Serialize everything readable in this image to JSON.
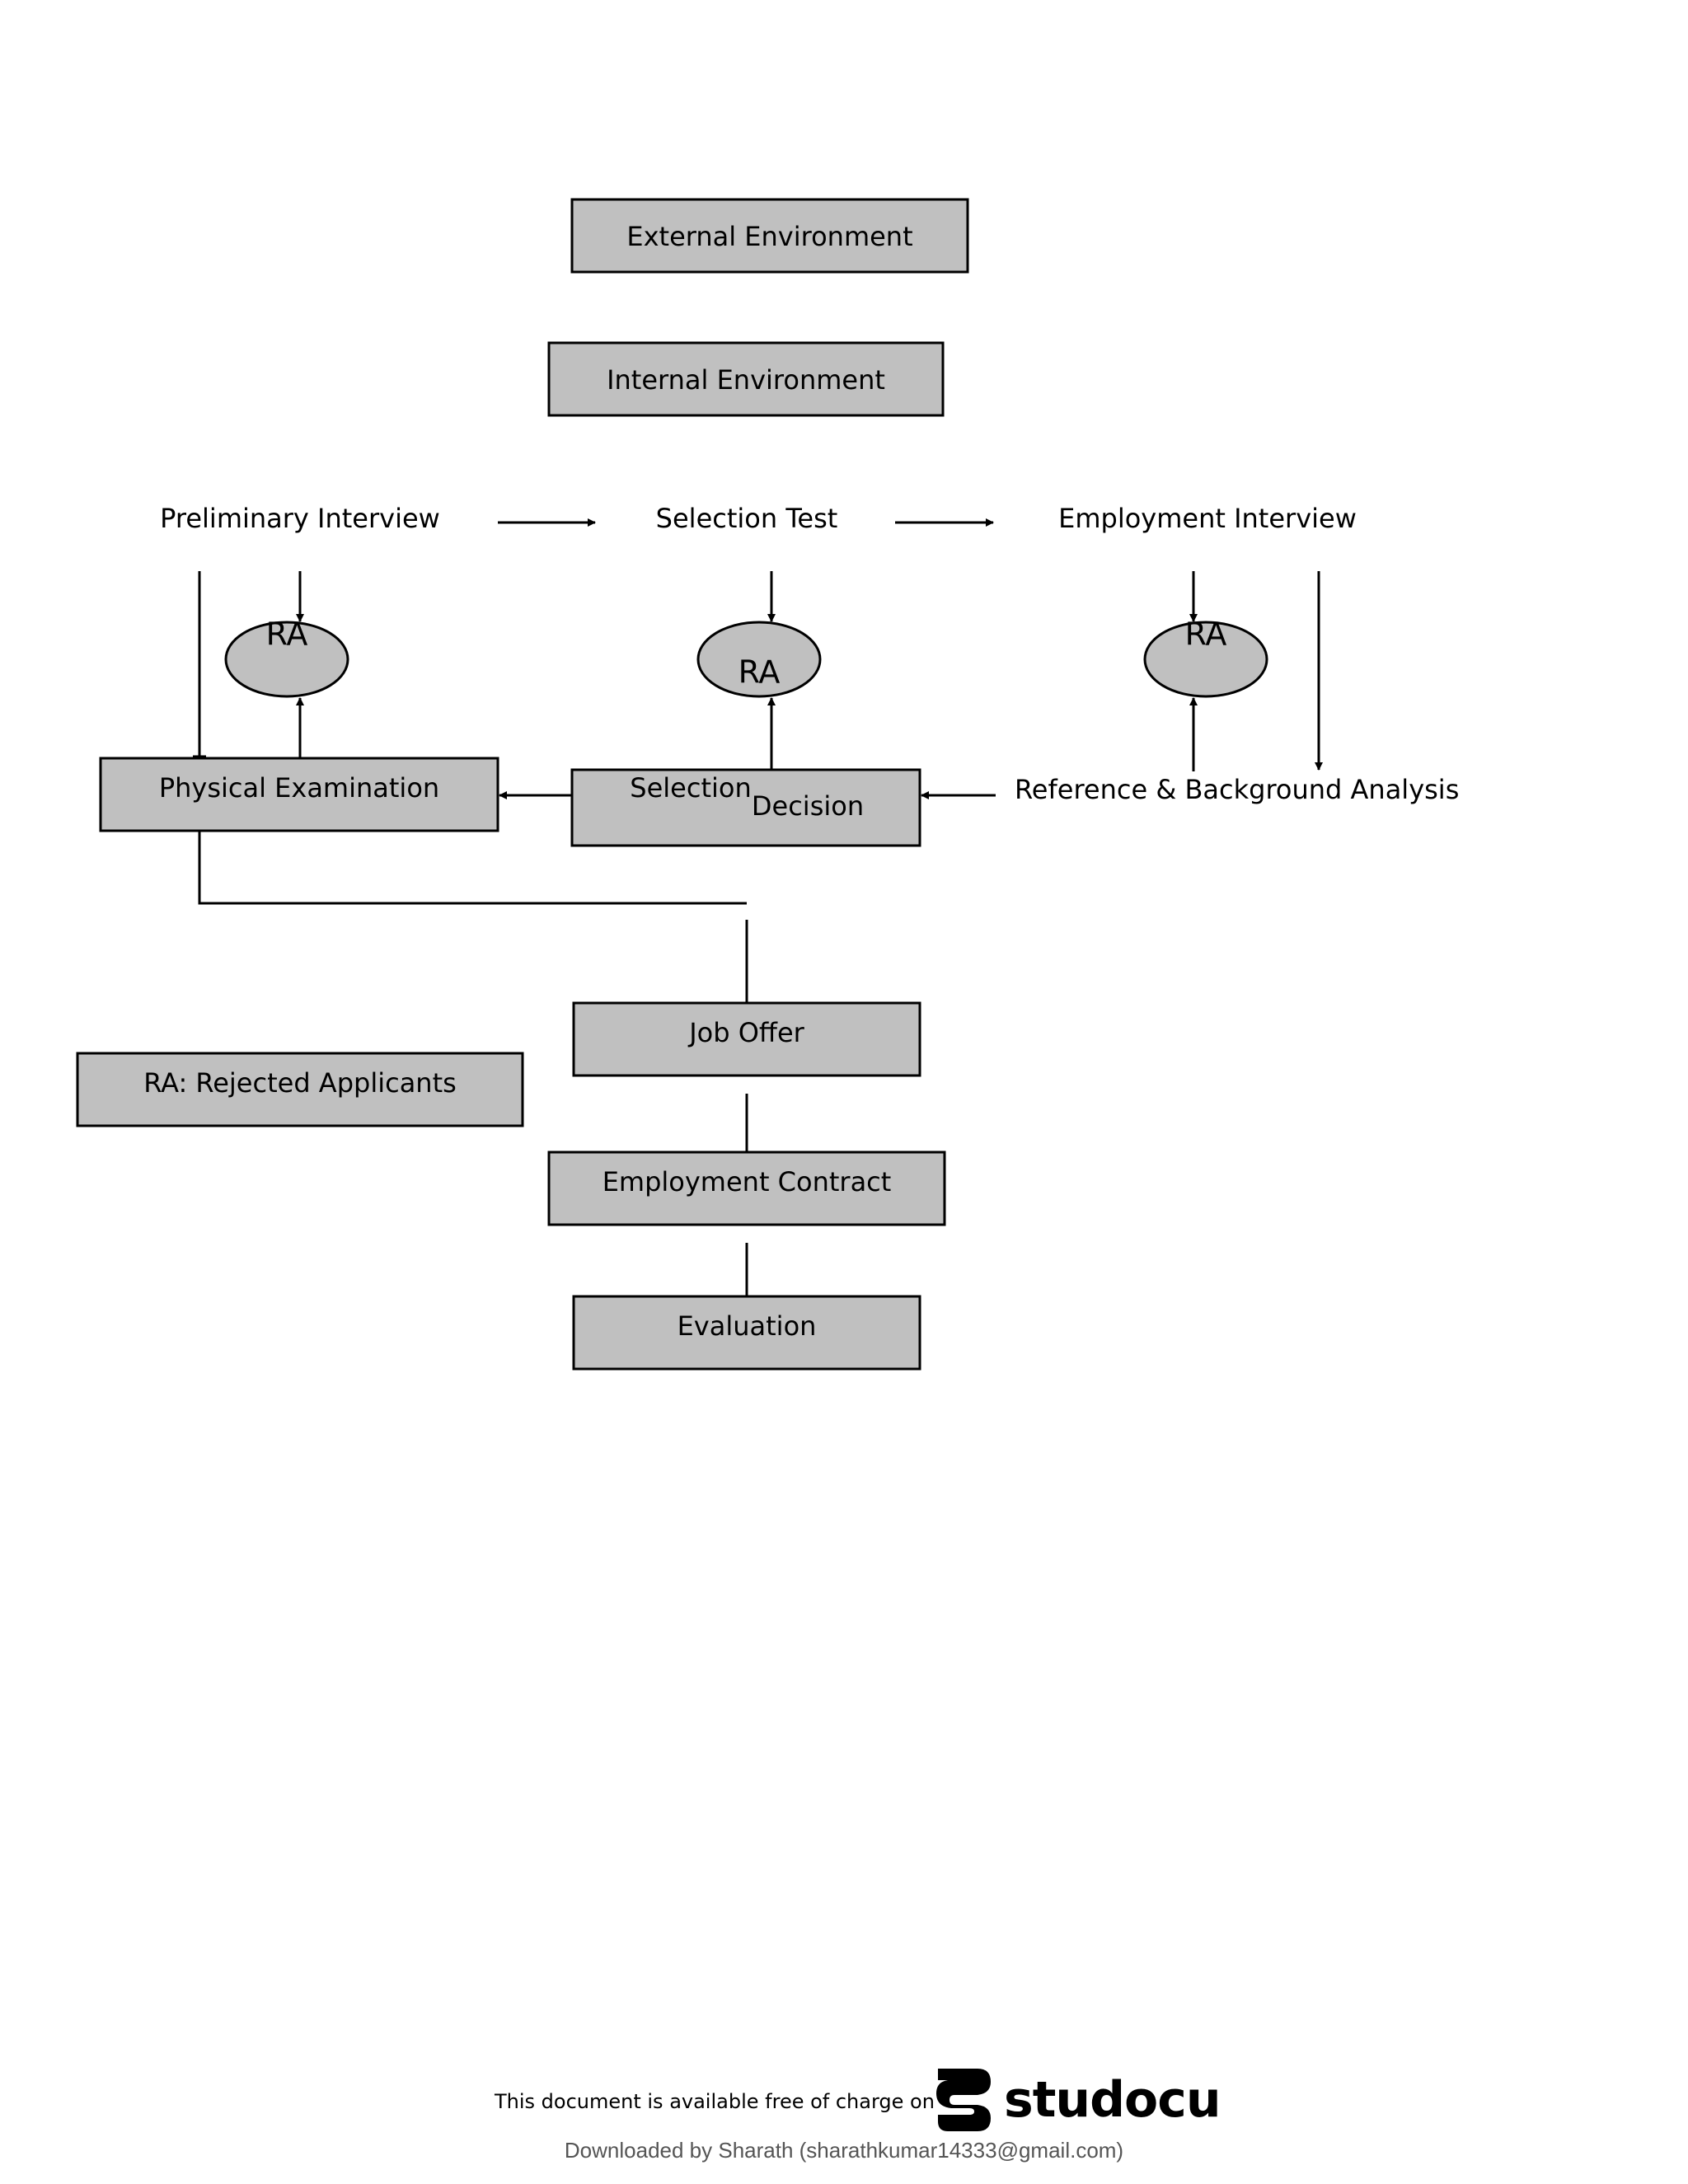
{
  "nodes": {
    "external_environment": "External Environment",
    "internal_environment": "Internal Environment",
    "preliminary_interview": "Preliminary Interview",
    "selection_test": "Selection Test",
    "employment_interview": "Employment Interview",
    "physical_examination": "Physical Examination",
    "selection_decision_line1": "Selection",
    "selection_decision_line2": "Decision",
    "reference_background": "Reference & Background Analysis",
    "job_offer": "Job Offer",
    "employment_contract": "Employment Contract",
    "evaluation": "Evaluation",
    "legend": "RA: Rejected Applicants"
  },
  "rejected": {
    "label": "RA"
  },
  "footer": {
    "available_text": "This document is available free of charge on",
    "brand": "studocu",
    "downloaded_by": "Downloaded by Sharath  (sharathkumar14333@gmail.com)"
  }
}
